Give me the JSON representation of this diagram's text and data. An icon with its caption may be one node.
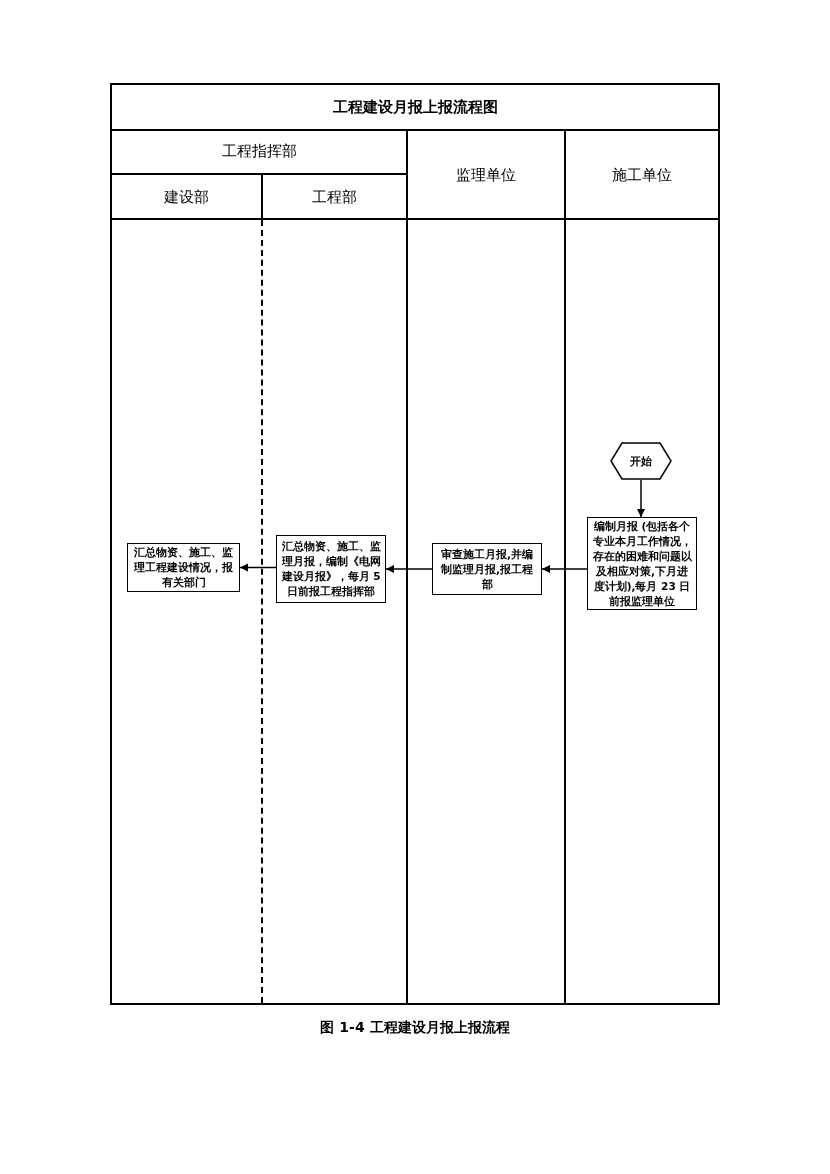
{
  "diagram": {
    "title": "工程建设月报上报流程图",
    "caption": "图 1-4 工程建设月报上报流程",
    "nodes": [
      {
        "text": [
          "工程指挥部"
        ]
      },
      {
        "text": [
          "建设部"
        ],
        "in": 0
      },
      {
        "text": [
          "工程部"
        ],
        "in": 0
      },
      {
        "text": [
          "监理单位"
        ]
      },
      {
        "text": [
          "施工单位"
        ]
      },
      {
        "text": [
          "开始"
        ],
        "in": 4
      },
      {
        "text": [
          "编制月报 (包括各个专业本月工作情况，存在的困难和问题以及相应对策,下月进度计划),每月 23 日前报监理单位"
        ],
        "in": 4
      },
      {
        "text": [
          "审查施工月报,并编制监理月报,报工程部"
        ],
        "in": 3
      },
      {
        "text": [
          "汇总物资、施工、监理月报，编制《电网建设月报》，每月 5 日前报工程指挥部"
        ],
        "in": 2
      },
      {
        "text": [
          "汇总物资、施工、监理工程建设情况，报有关部门"
        ],
        "in": 1
      }
    ],
    "edges": [
      {
        "from": 5,
        "to": 6,
        "arrow": "to"
      },
      {
        "from": 6,
        "to": 7,
        "arrow": "to"
      },
      {
        "from": 7,
        "to": 8,
        "arrow": "to"
      },
      {
        "from": 8,
        "to": 9,
        "arrow": "to"
      }
    ]
  }
}
